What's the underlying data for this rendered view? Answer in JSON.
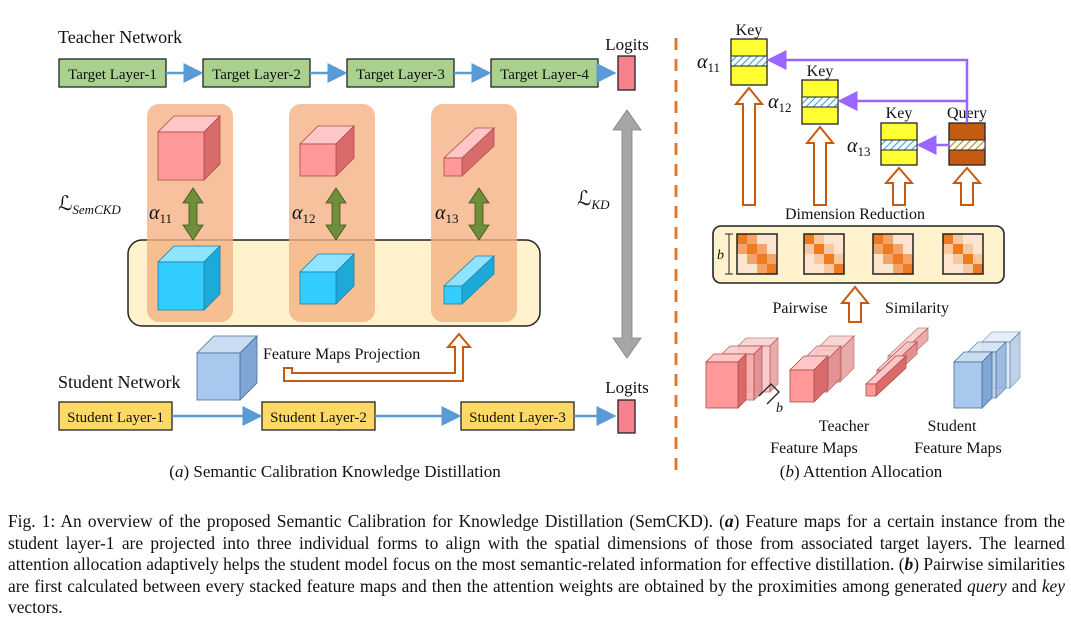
{
  "panel_a": {
    "teacher_title": "Teacher Network",
    "student_title": "Student Network",
    "teacher_layers": [
      "Target Layer-1",
      "Target Layer-2",
      "Target Layer-3",
      "Target Layer-4"
    ],
    "student_layers": [
      "Student Layer-1",
      "Student Layer-2",
      "Student Layer-3"
    ],
    "logits_top": "Logits",
    "logits_bottom": "Logits",
    "loss_semckd": "SemCKD",
    "loss_kd": "KD",
    "alphas": [
      "11",
      "12",
      "13"
    ],
    "projection_label": "Feature Maps Projection",
    "caption_letter": "a",
    "caption_text": "Semantic Calibration Knowledge Distillation"
  },
  "panel_b": {
    "key_labels": [
      "Key",
      "Key",
      "Key"
    ],
    "query_label": "Query",
    "alphas": [
      "11",
      "12",
      "13"
    ],
    "dimension_reduction": "Dimension Reduction",
    "pairwise": "Pairwise",
    "similarity": "Similarity",
    "b_label": "b",
    "teacher_maps_1": "Teacher",
    "teacher_maps_2": "Feature Maps",
    "student_maps_1": "Student",
    "student_maps_2": "Feature Maps",
    "caption_letter": "b",
    "caption_text": "Attention Allocation"
  },
  "caption": {
    "prefix": "Fig. 1: An overview of the proposed Semantic Calibration for Knowledge Distillation (SemCKD). (",
    "a_letter": "a",
    "part1": ") Feature maps for a certain instance from the student layer-1 are projected into three individual forms to align with the spatial dimensions of those from associated target layers. The learned attention allocation adaptively helps the student model focus on the most semantic-related information for effective distillation. (",
    "b_letter": "b",
    "part2": ") Pairwise similarities are first calculated between every stacked feature maps and then the attention weights are obtained by the proximities among generated ",
    "query": "query",
    "and": " and ",
    "key": "key",
    "end": " vectors."
  },
  "colors": {
    "teacher_box": "#a9d08e",
    "student_box": "#ffd966",
    "panel_bg": "#fbe5d6",
    "peach": "#f4b183",
    "cyan": "#33ccff",
    "pink": "#ff9999",
    "arrow_blue": "#5b9bd5",
    "purple": "#9966ff",
    "orange": "#c55a11",
    "olive": "#6f8f3a"
  }
}
